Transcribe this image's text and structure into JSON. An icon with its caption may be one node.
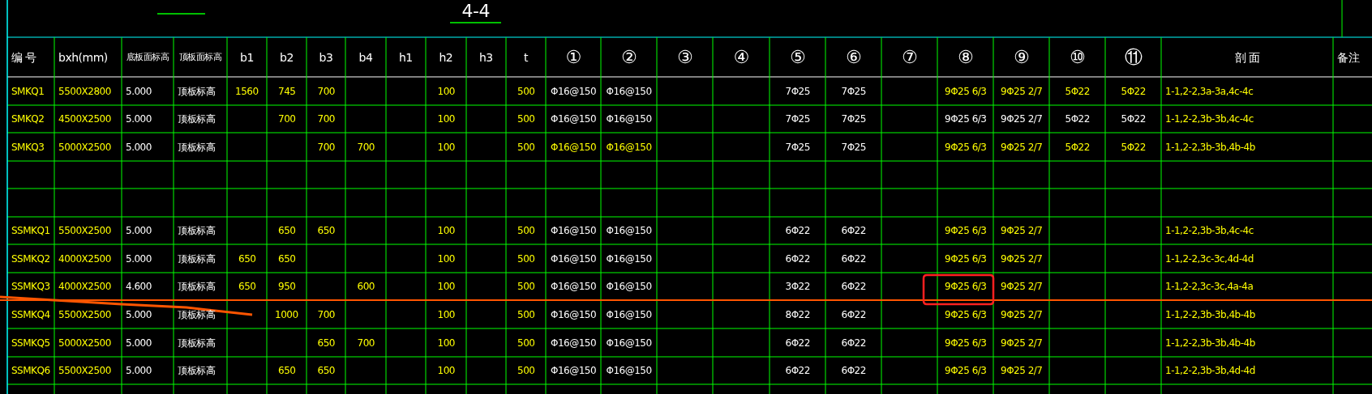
{
  "diagram": {
    "labels": [
      "4-4",
      "编 号",
      "bxh(mm)",
      "底板面标高",
      "顶板面标高",
      "b1",
      "b2",
      "b3",
      "b4",
      "h1",
      "h2",
      "h3",
      "t",
      "①",
      "②",
      "③",
      "④",
      "⑤",
      "⑥",
      "⑦",
      "⑧",
      "⑨",
      "⑩",
      "⑪",
      "剖 面",
      "备注",
      "SMKQ1",
      "5500X2800",
      "5.000",
      "顶板标高",
      "1560",
      "745",
      "700",
      "100",
      "500",
      "Φ16@150",
      "Φ16@150",
      "7Φ25",
      "7Φ25",
      "9Φ25 6/3",
      "9Φ25 2/7",
      "5Φ22",
      "5Φ22",
      "1-1,2-2,3a-3a,4c-4c",
      "SMKQ2",
      "4500X2500",
      "5.000",
      "顶板标高",
      "700",
      "700",
      "100",
      "500",
      "Φ16@150",
      "Φ16@150",
      "7Φ25",
      "7Φ25",
      "9Φ25 6/3",
      "9Φ25 2/7",
      "5Φ22",
      "5Φ22",
      "1-1,2-2,3b-3b,4c-4c",
      "SMKQ3",
      "5000X2500",
      "5.000",
      "顶板标高",
      "700",
      "700",
      "100",
      "500",
      "Φ16@150",
      "Φ16@150",
      "7Φ25",
      "7Φ25",
      "9Φ25 6/3",
      "9Φ25 2/7",
      "5Φ22",
      "5Φ22",
      "1-1,2-2,3b-3b,4b-4b",
      "SSMKQ1",
      "5500X2500",
      "5.000",
      "顶板标高",
      "650",
      "650",
      "100",
      "500",
      "Φ16@150",
      "Φ16@150",
      "6Φ22",
      "6Φ22",
      "9Φ25 6/3",
      "9Φ25 2/7",
      "1-1,2-2,3b-3b,4c-4c",
      "SSMKQ2",
      "4000X2500",
      "5.000",
      "顶板标高",
      "650",
      "650",
      "100",
      "500",
      "Φ16@150",
      "Φ16@150",
      "6Φ22",
      "6Φ22",
      "9Φ25 6/3",
      "9Φ25 2/7",
      "1-1,2-2,3c-3c,4d-4d",
      "SSMKQ3",
      "4000X2500",
      "4.600",
      "顶板标高",
      "650",
      "950",
      "600",
      "100",
      "500",
      "Φ16@150",
      "Φ16@150",
      "3Φ22",
      "6Φ22",
      "9Φ25 6/3",
      "9Φ25 2/7",
      "1-1,2-2,3c-3c,4a-4a",
      "SSMKQ4",
      "5500X2500",
      "5.000",
      "顶板标高",
      "1000",
      "700",
      "100",
      "500",
      "Φ16@150",
      "Φ16@150",
      "8Φ22",
      "6Φ22",
      "9Φ25 6/3",
      "9Φ25 2/7",
      "1-1,2-2,3b-3b,4b-4b",
      "SSMKQ5",
      "5000X2500",
      "5.000",
      "顶板标高",
      "650",
      "700",
      "100",
      "500",
      "Φ16@150",
      "Φ16@150",
      "6Φ22",
      "6Φ22",
      "9Φ25 6/3",
      "9Φ25 2/7",
      "1-1,2-2,3b-3b,4b-4b",
      "SSMKQ6",
      "5500X2500",
      "5.000",
      "顶板标高",
      "650",
      "650",
      "100",
      "500",
      "Φ16@150",
      "Φ16@150",
      "6Φ22",
      "6Φ22",
      "9Φ25 6/3",
      "9Φ25 2/7",
      "1-1,2-2,3b-3b,4d-4d"
    ]
  }
}
